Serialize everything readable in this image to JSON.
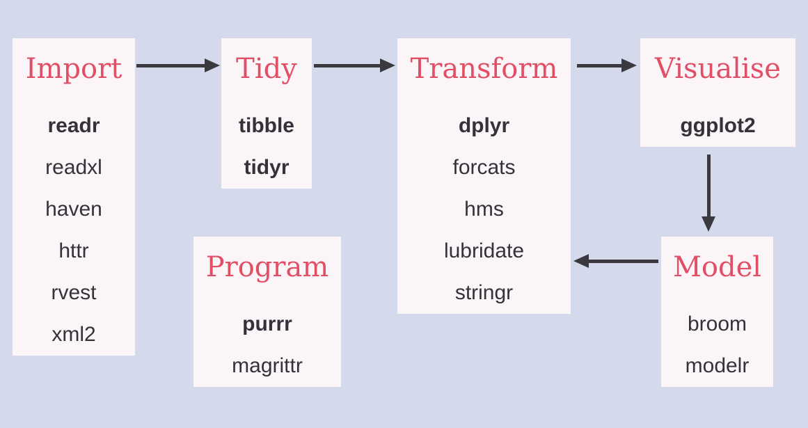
{
  "colors": {
    "background": "#d4d9ec",
    "box_fill": "#fcf5f8",
    "title_color": "#e04f66",
    "text_color": "#33323a",
    "arrow_color": "#3a393d"
  },
  "boxes": {
    "import": {
      "title": "Import",
      "items": [
        {
          "label": "readr",
          "bold": true
        },
        {
          "label": "readxl",
          "bold": false
        },
        {
          "label": "haven",
          "bold": false
        },
        {
          "label": "httr",
          "bold": false
        },
        {
          "label": "rvest",
          "bold": false
        },
        {
          "label": "xml2",
          "bold": false
        }
      ]
    },
    "tidy": {
      "title": "Tidy",
      "items": [
        {
          "label": "tibble",
          "bold": true
        },
        {
          "label": "tidyr",
          "bold": true
        }
      ]
    },
    "transform": {
      "title": "Transform",
      "items": [
        {
          "label": "dplyr",
          "bold": true
        },
        {
          "label": "forcats",
          "bold": false
        },
        {
          "label": "hms",
          "bold": false
        },
        {
          "label": "lubridate",
          "bold": false
        },
        {
          "label": "stringr",
          "bold": false
        }
      ]
    },
    "visualise": {
      "title": "Visualise",
      "items": [
        {
          "label": "ggplot2",
          "bold": true
        }
      ]
    },
    "program": {
      "title": "Program",
      "items": [
        {
          "label": "purrr",
          "bold": true
        },
        {
          "label": "magrittr",
          "bold": false
        }
      ]
    },
    "model": {
      "title": "Model",
      "items": [
        {
          "label": "broom",
          "bold": false
        },
        {
          "label": "modelr",
          "bold": false
        }
      ]
    }
  },
  "arrows": [
    {
      "from": "Import",
      "to": "Tidy",
      "direction": "right"
    },
    {
      "from": "Tidy",
      "to": "Transform",
      "direction": "right"
    },
    {
      "from": "Transform",
      "to": "Visualise",
      "direction": "right"
    },
    {
      "from": "Visualise",
      "to": "Model",
      "direction": "down"
    },
    {
      "from": "Model",
      "to": "Transform",
      "direction": "left"
    }
  ]
}
